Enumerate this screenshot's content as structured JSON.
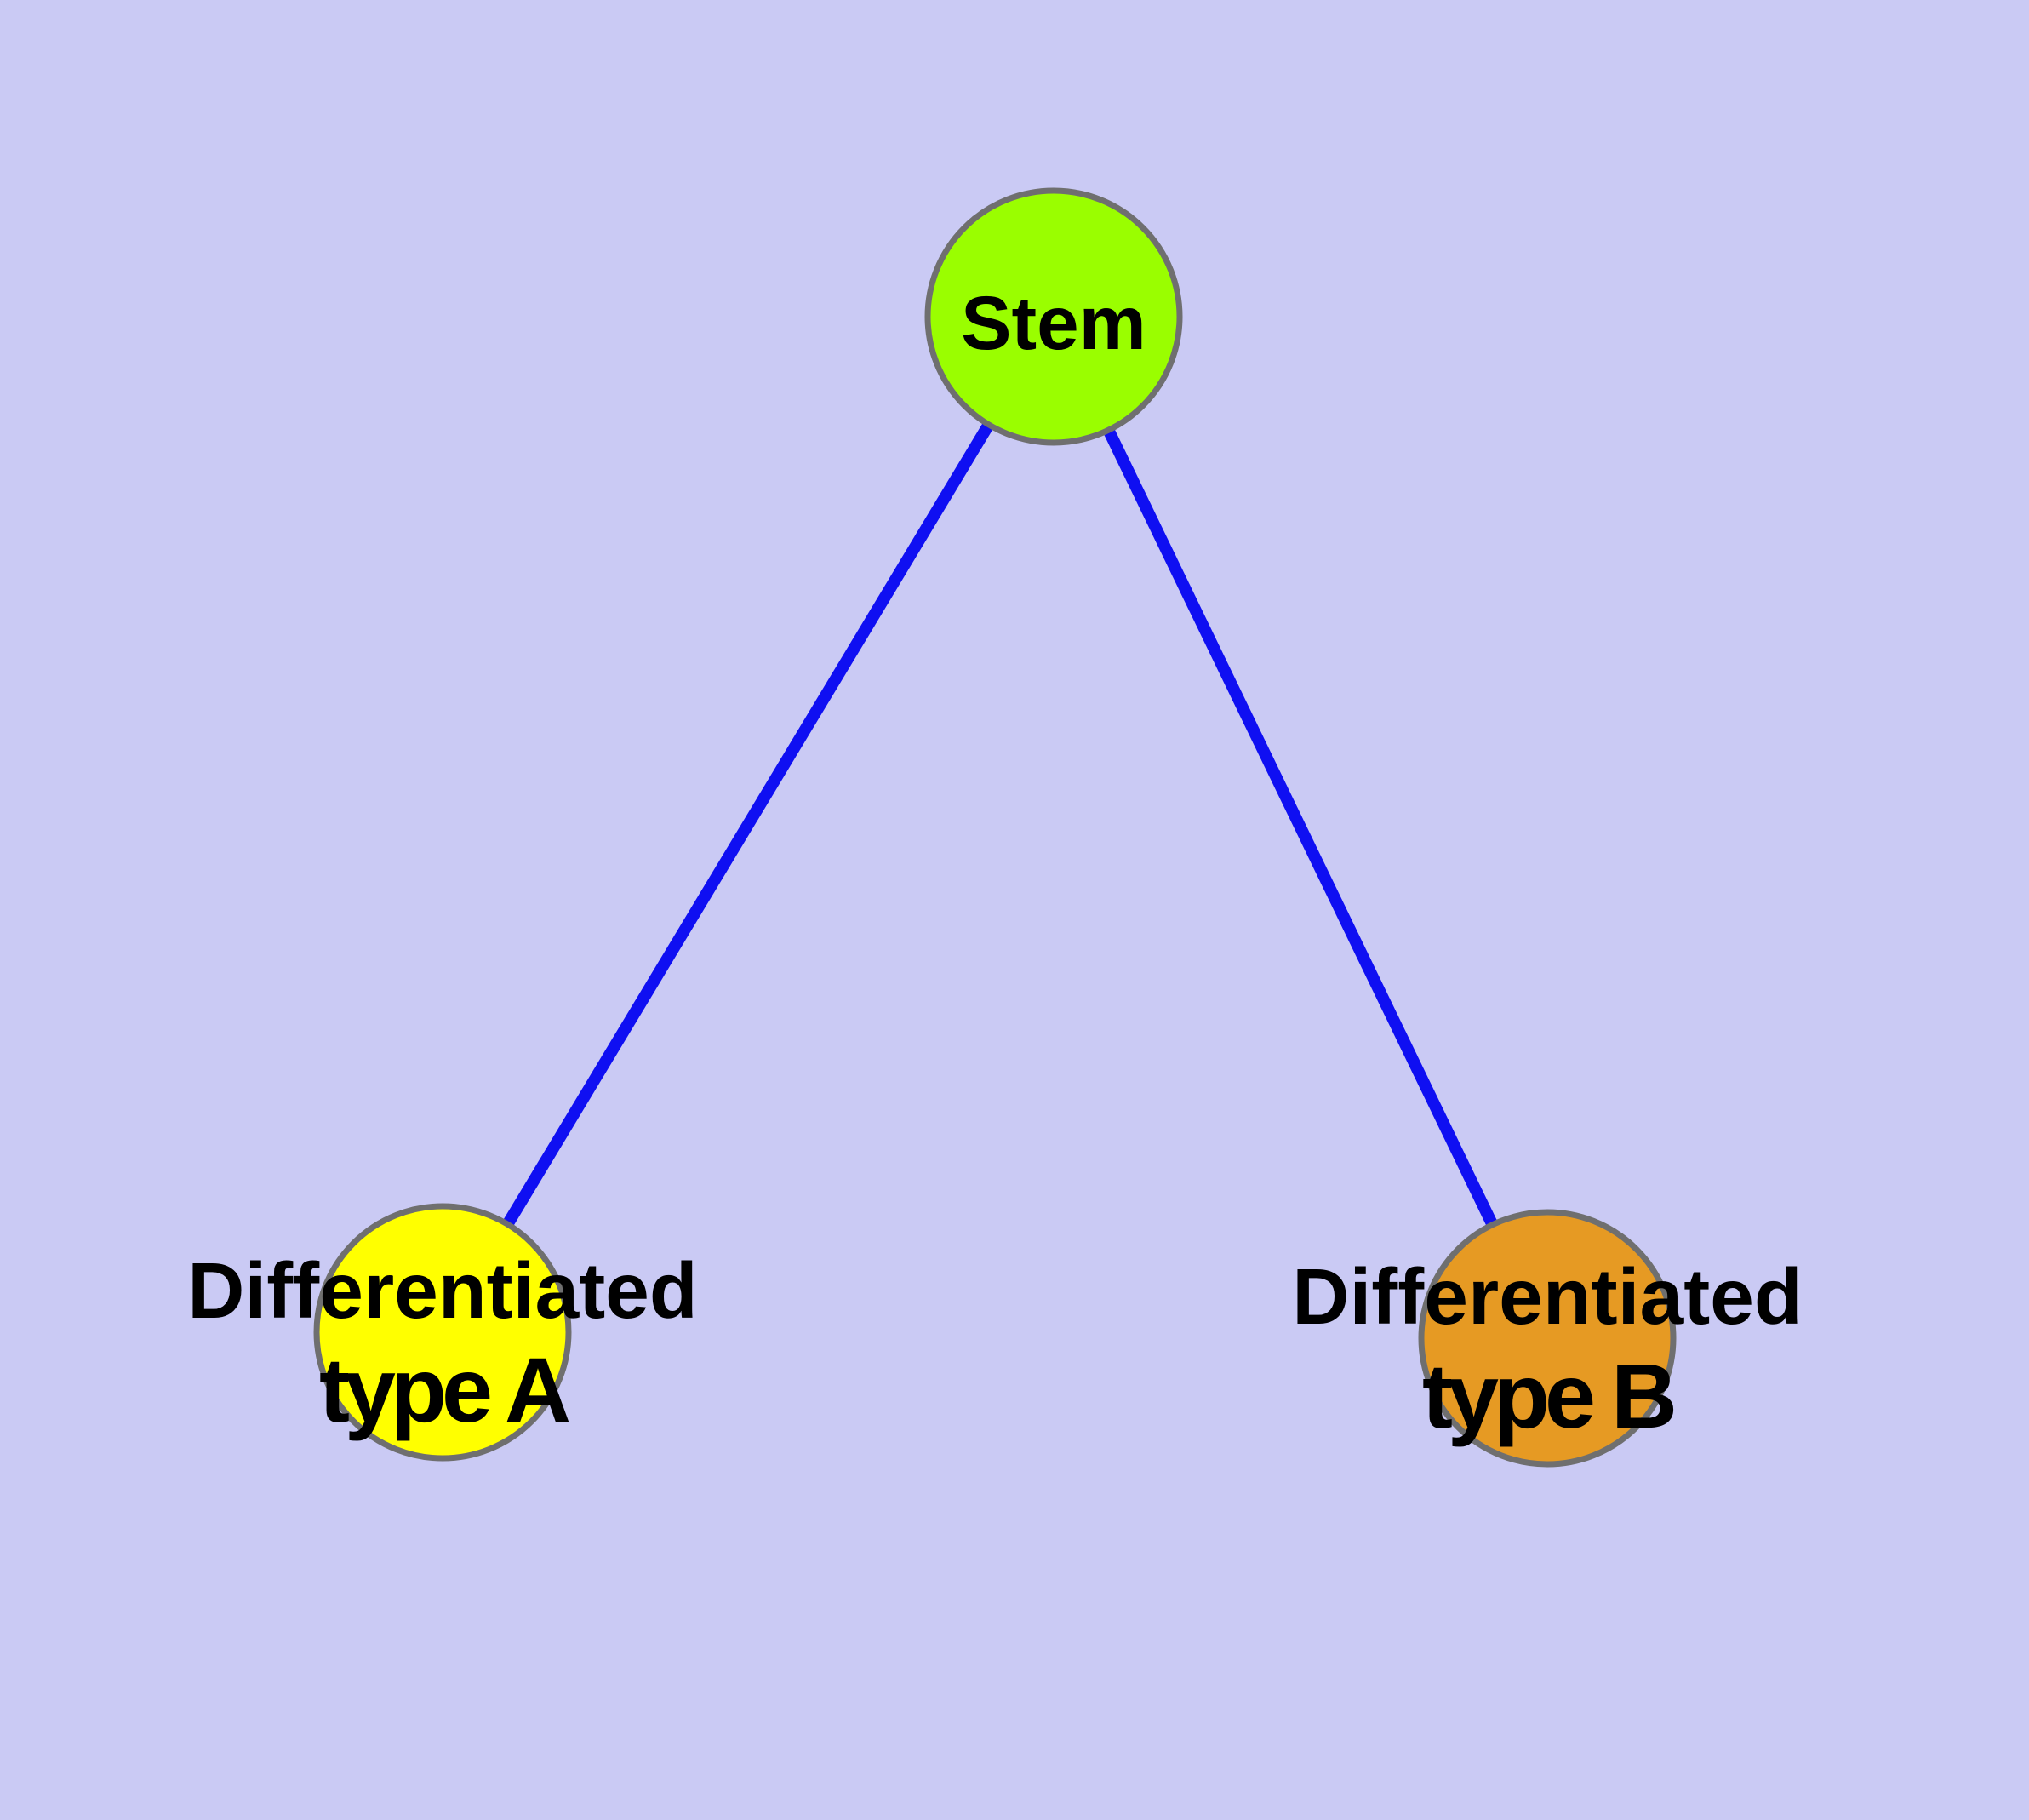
{
  "diagram": {
    "background_color": "#CACAF4",
    "edge_color": "#0F0FF2",
    "node_border_color": "#6F6F6F",
    "text_color": "#000000",
    "nodes": {
      "stem": {
        "label": "Stem",
        "fill": "#9AFE00"
      },
      "type_a": {
        "label_line1": "Differentiated",
        "label_line2": "type A",
        "fill": "#FFFF00"
      },
      "type_b": {
        "label_line1": "Differentiated",
        "label_line2": "type B",
        "fill": "#E69A23"
      }
    },
    "edges": [
      {
        "from": "stem",
        "to": "type_a"
      },
      {
        "from": "stem",
        "to": "type_b"
      }
    ]
  }
}
